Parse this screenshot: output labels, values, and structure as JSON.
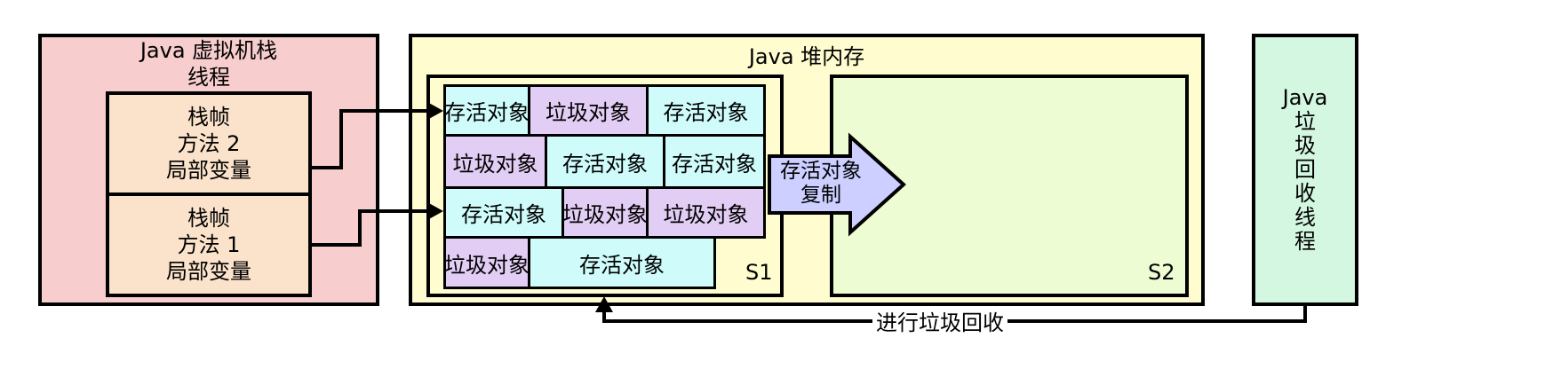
{
  "stack": {
    "title": "Java 虚拟机栈",
    "subtitle": "线程",
    "frames": [
      {
        "lines": [
          "栈帧",
          "方法 2",
          "局部变量"
        ]
      },
      {
        "lines": [
          "栈帧",
          "方法 1",
          "局部变量"
        ]
      }
    ]
  },
  "heap": {
    "title": "Java 堆内存",
    "s1_label": "S1",
    "s2_label": "S2",
    "rows": [
      [
        {
          "text": "存活对象",
          "kind": "live"
        },
        {
          "text": "垃圾对象",
          "kind": "garbage"
        },
        {
          "text": "存活对象",
          "kind": "live"
        }
      ],
      [
        {
          "text": "垃圾对象",
          "kind": "garbage"
        },
        {
          "text": "存活对象",
          "kind": "live"
        },
        {
          "text": "存活对象",
          "kind": "live"
        }
      ],
      [
        {
          "text": "存活对象",
          "kind": "live"
        },
        {
          "text": "垃圾对象",
          "kind": "garbage"
        },
        {
          "text": "垃圾对象",
          "kind": "garbage"
        }
      ],
      [
        {
          "text": "垃圾对象",
          "kind": "garbage"
        },
        {
          "text": "存活对象",
          "kind": "live"
        }
      ]
    ],
    "copy_arrow": {
      "line1": "存活对象",
      "line2": "复制"
    }
  },
  "gc_thread": {
    "lines": [
      "Java",
      "垃",
      "圾",
      "回",
      "收",
      "线",
      "程"
    ]
  },
  "gc_edge_label": "进行垃圾回收",
  "colors": {
    "stack_bg": "#f7cdcd",
    "frame_bg": "#fbe3cb",
    "heap_bg": "#fffdd0",
    "s2_bg": "#eefcd3",
    "gc_bg": "#d4f7e1",
    "live_bg": "#cffcfb",
    "garbage_bg": "#e2cdf4",
    "copy_arrow_bg": "#cccfff"
  }
}
